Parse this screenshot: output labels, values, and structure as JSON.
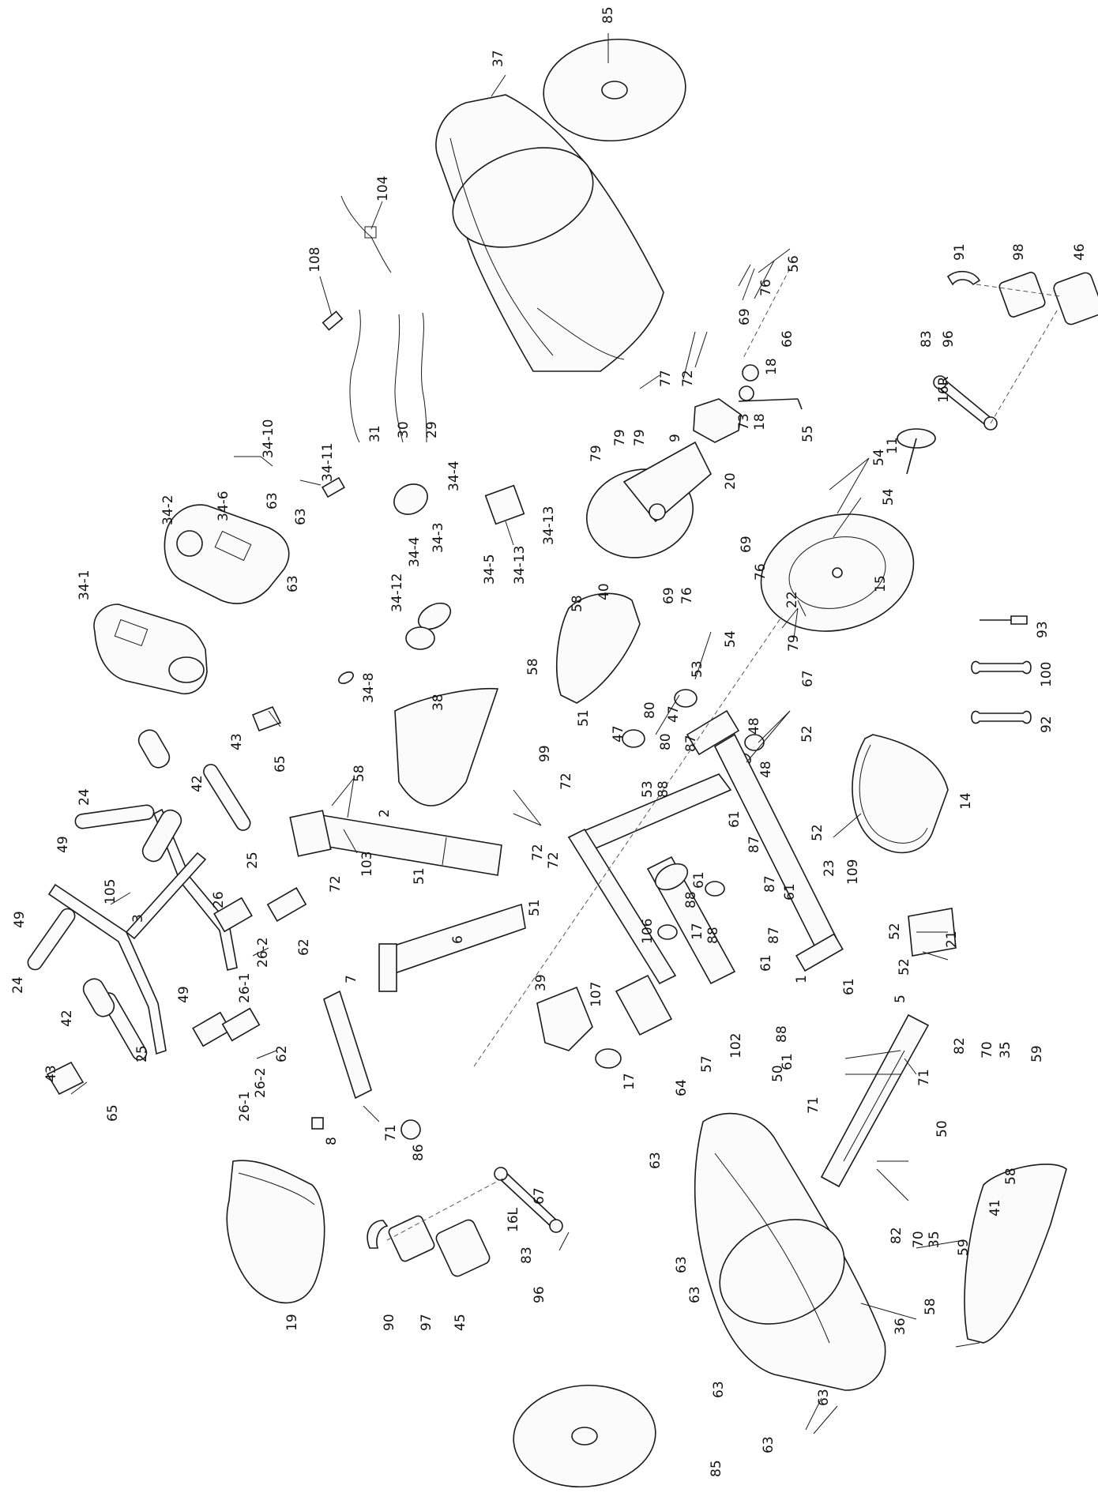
{
  "labels": {
    "l85a": "85",
    "l37": "37",
    "l104": "104",
    "l108": "108",
    "l31": "31",
    "l30": "30",
    "l29": "29",
    "l34_10": "34-10",
    "l34_11": "34-11",
    "l34_6": "34-6",
    "l34_2": "34-2",
    "l63a": "63",
    "l63b": "63",
    "l63c": "63",
    "l34_1": "34-1",
    "l34_4a": "34-4",
    "l34_4b": "34-4",
    "l34_3": "34-3",
    "l34_12": "34-12",
    "l34_8": "34-8",
    "l34_5": "34-5",
    "l34_13a": "34-13",
    "l34_13b": "34-13",
    "l91": "91",
    "l98": "98",
    "l46": "46",
    "l96a": "96",
    "l83a": "83",
    "l16R": "16R",
    "l11": "11",
    "l56": "56",
    "l76a": "76",
    "l69a": "69",
    "l66": "66",
    "l18a": "18",
    "l18b": "18",
    "l73": "73",
    "l55": "55",
    "l77": "77",
    "l72a": "72",
    "l9": "9",
    "l79a": "79",
    "l79b": "79",
    "l79c": "79",
    "l20": "20",
    "l69b": "69",
    "l76b": "76",
    "l69c": "69",
    "l76c": "76",
    "l54a": "54",
    "l54b": "54",
    "l54c": "54",
    "l15": "15",
    "l22": "22",
    "l79d": "79",
    "l67a": "67",
    "l93": "93",
    "l100": "100",
    "l92": "92",
    "l40": "40",
    "l58a": "58",
    "l58b": "58",
    "l53a": "53",
    "l47a": "47",
    "l47b": "47",
    "l80a": "80",
    "l80b": "80",
    "l48a": "48",
    "l48b": "48",
    "l52a": "52",
    "l52b": "52",
    "l87a": "87",
    "l53b": "53",
    "l88a": "88",
    "l61a": "61",
    "l99": "99",
    "l51a": "51",
    "l72b": "72",
    "l72c": "72",
    "l72d": "72",
    "l51b": "51",
    "l2": "2",
    "l58c": "58",
    "l103": "103",
    "l72e": "72",
    "l51c": "51",
    "l38": "38",
    "l14": "14",
    "l23": "23",
    "l109": "109",
    "l87b": "87",
    "l87c": "87",
    "l61b": "61",
    "l61c": "61",
    "l88b": "88",
    "l17a": "17",
    "l17b": "17",
    "l88c": "88",
    "l106": "106",
    "l107": "107",
    "l87d": "87",
    "l61d": "61",
    "l61e": "61",
    "l88d": "88",
    "l102": "102",
    "l61f": "61",
    "l1": "1",
    "l21": "21",
    "l52c": "52",
    "l52d": "52",
    "l39": "39",
    "l64": "64",
    "l57": "57",
    "l6": "6",
    "l24a": "24",
    "l42a": "42",
    "l43a": "43",
    "l65a": "65",
    "l49a": "49",
    "l25a": "25",
    "l105": "105",
    "l26a": "26",
    "l3": "3",
    "l49b": "49",
    "l24b": "24",
    "l42b": "42",
    "l49c": "49",
    "l26_1a": "26-1",
    "l26_2a": "26-2",
    "l62a": "62",
    "l26_1b": "26-1",
    "l26_2b": "26-2",
    "l62b": "62",
    "l25b": "25",
    "l43b": "43",
    "l65b": "65",
    "l7": "7",
    "l8": "8",
    "l71a": "71",
    "l86": "86",
    "l19": "19",
    "l16L": "16L",
    "l67b": "67",
    "l83b": "83",
    "l96b": "96",
    "l90": "90",
    "l97": "97",
    "l45": "45",
    "l5": "5",
    "l50a": "50",
    "l50b": "50",
    "l71b": "71",
    "l71c": "71",
    "l82a": "82",
    "l70a": "70",
    "l35a": "35",
    "l59a": "59",
    "l82b": "82",
    "l70b": "70",
    "l35b": "35",
    "l59b": "59",
    "l58d": "58",
    "l41": "41",
    "l58e": "58",
    "l36": "36",
    "l63d": "63",
    "l63e": "63",
    "l63f": "63",
    "l63g": "63",
    "l63h": "63",
    "l63i": "63",
    "l85b": "85"
  }
}
